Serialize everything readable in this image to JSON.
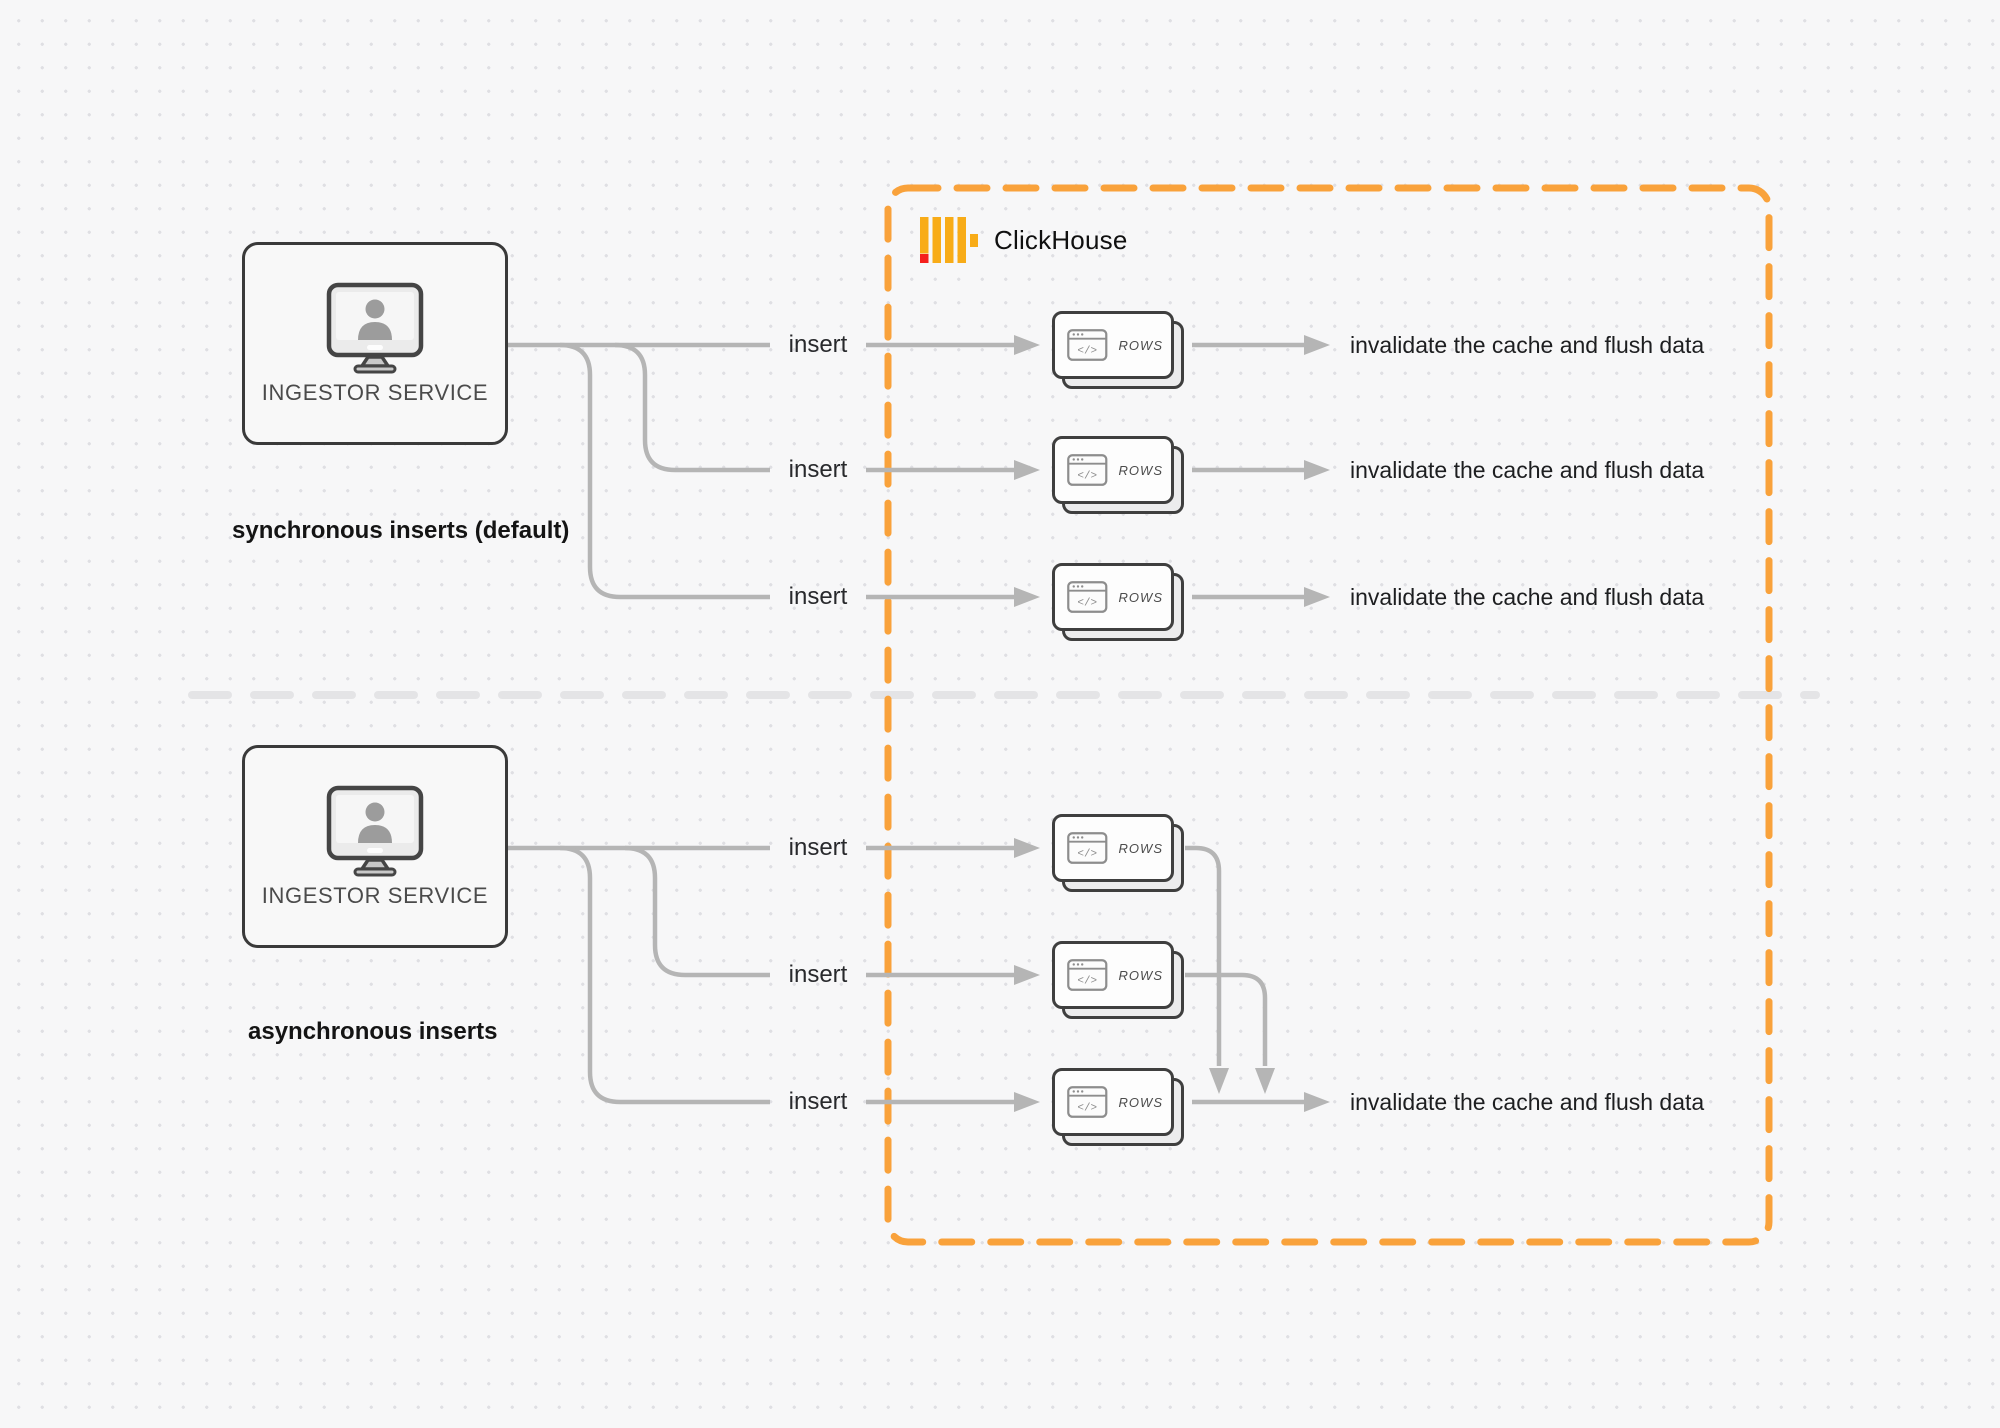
{
  "clickhouse": {
    "label": "ClickHouse"
  },
  "sections": {
    "sync": {
      "caption": "synchronous inserts (default)",
      "service_label": "INGESTOR SERVICE",
      "rows": [
        {
          "insert_label": "insert",
          "card_label": "ROWS",
          "code_glyph": "</>",
          "result_label": "invalidate the cache and flush data"
        },
        {
          "insert_label": "insert",
          "card_label": "ROWS",
          "code_glyph": "</>",
          "result_label": "invalidate the cache and flush data"
        },
        {
          "insert_label": "insert",
          "card_label": "ROWS",
          "code_glyph": "</>",
          "result_label": "invalidate the cache and flush data"
        }
      ]
    },
    "async": {
      "caption": "asynchronous inserts",
      "service_label": "INGESTOR SERVICE",
      "rows": [
        {
          "insert_label": "insert",
          "card_label": "ROWS",
          "code_glyph": "</>"
        },
        {
          "insert_label": "insert",
          "card_label": "ROWS",
          "code_glyph": "</>"
        },
        {
          "insert_label": "insert",
          "card_label": "ROWS",
          "code_glyph": "</>",
          "result_label": "invalidate the cache and flush data"
        }
      ]
    }
  },
  "colors": {
    "connector_gray": "#b5b5b5",
    "accent_orange": "#f9a23b",
    "logo_yellow": "#f8ac18",
    "logo_red": "#f5201d",
    "divider_gray": "#e4e4e6",
    "border_dark": "#3a3a3a"
  }
}
